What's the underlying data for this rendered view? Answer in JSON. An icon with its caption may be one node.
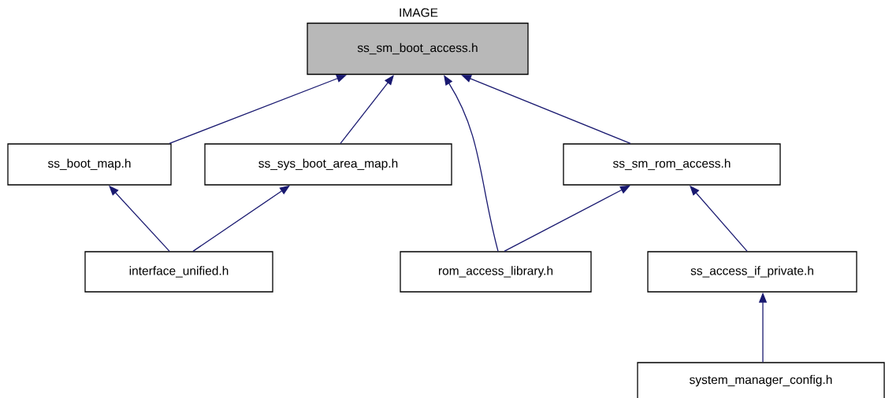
{
  "diagram": {
    "title": "IMAGE",
    "nodes": [
      {
        "text": [
          "ss_sm_boot_access.h"
        ]
      },
      {
        "text": [
          "ss_boot_map.h"
        ]
      },
      {
        "text": [
          "ss_sys_boot_area_map.h"
        ]
      },
      {
        "text": [
          "ss_sm_rom_access.h"
        ]
      },
      {
        "text": [
          "interface_unified.h"
        ]
      },
      {
        "text": [
          "rom_access_library.h"
        ]
      },
      {
        "text": [
          "ss_access_if_private.h"
        ]
      },
      {
        "text": [
          "system_manager_config.h"
        ]
      }
    ],
    "edges": [
      {
        "from": 1,
        "to": 0,
        "arrow": "to"
      },
      {
        "from": 2,
        "to": 0,
        "arrow": "to"
      },
      {
        "from": 5,
        "to": 0,
        "arrow": "to"
      },
      {
        "from": 3,
        "to": 0,
        "arrow": "to"
      },
      {
        "from": 4,
        "to": 1,
        "arrow": "to"
      },
      {
        "from": 4,
        "to": 2,
        "arrow": "to"
      },
      {
        "from": 5,
        "to": 3,
        "arrow": "to"
      },
      {
        "from": 6,
        "to": 3,
        "arrow": "to"
      },
      {
        "from": 7,
        "to": 6,
        "arrow": "to"
      }
    ]
  }
}
